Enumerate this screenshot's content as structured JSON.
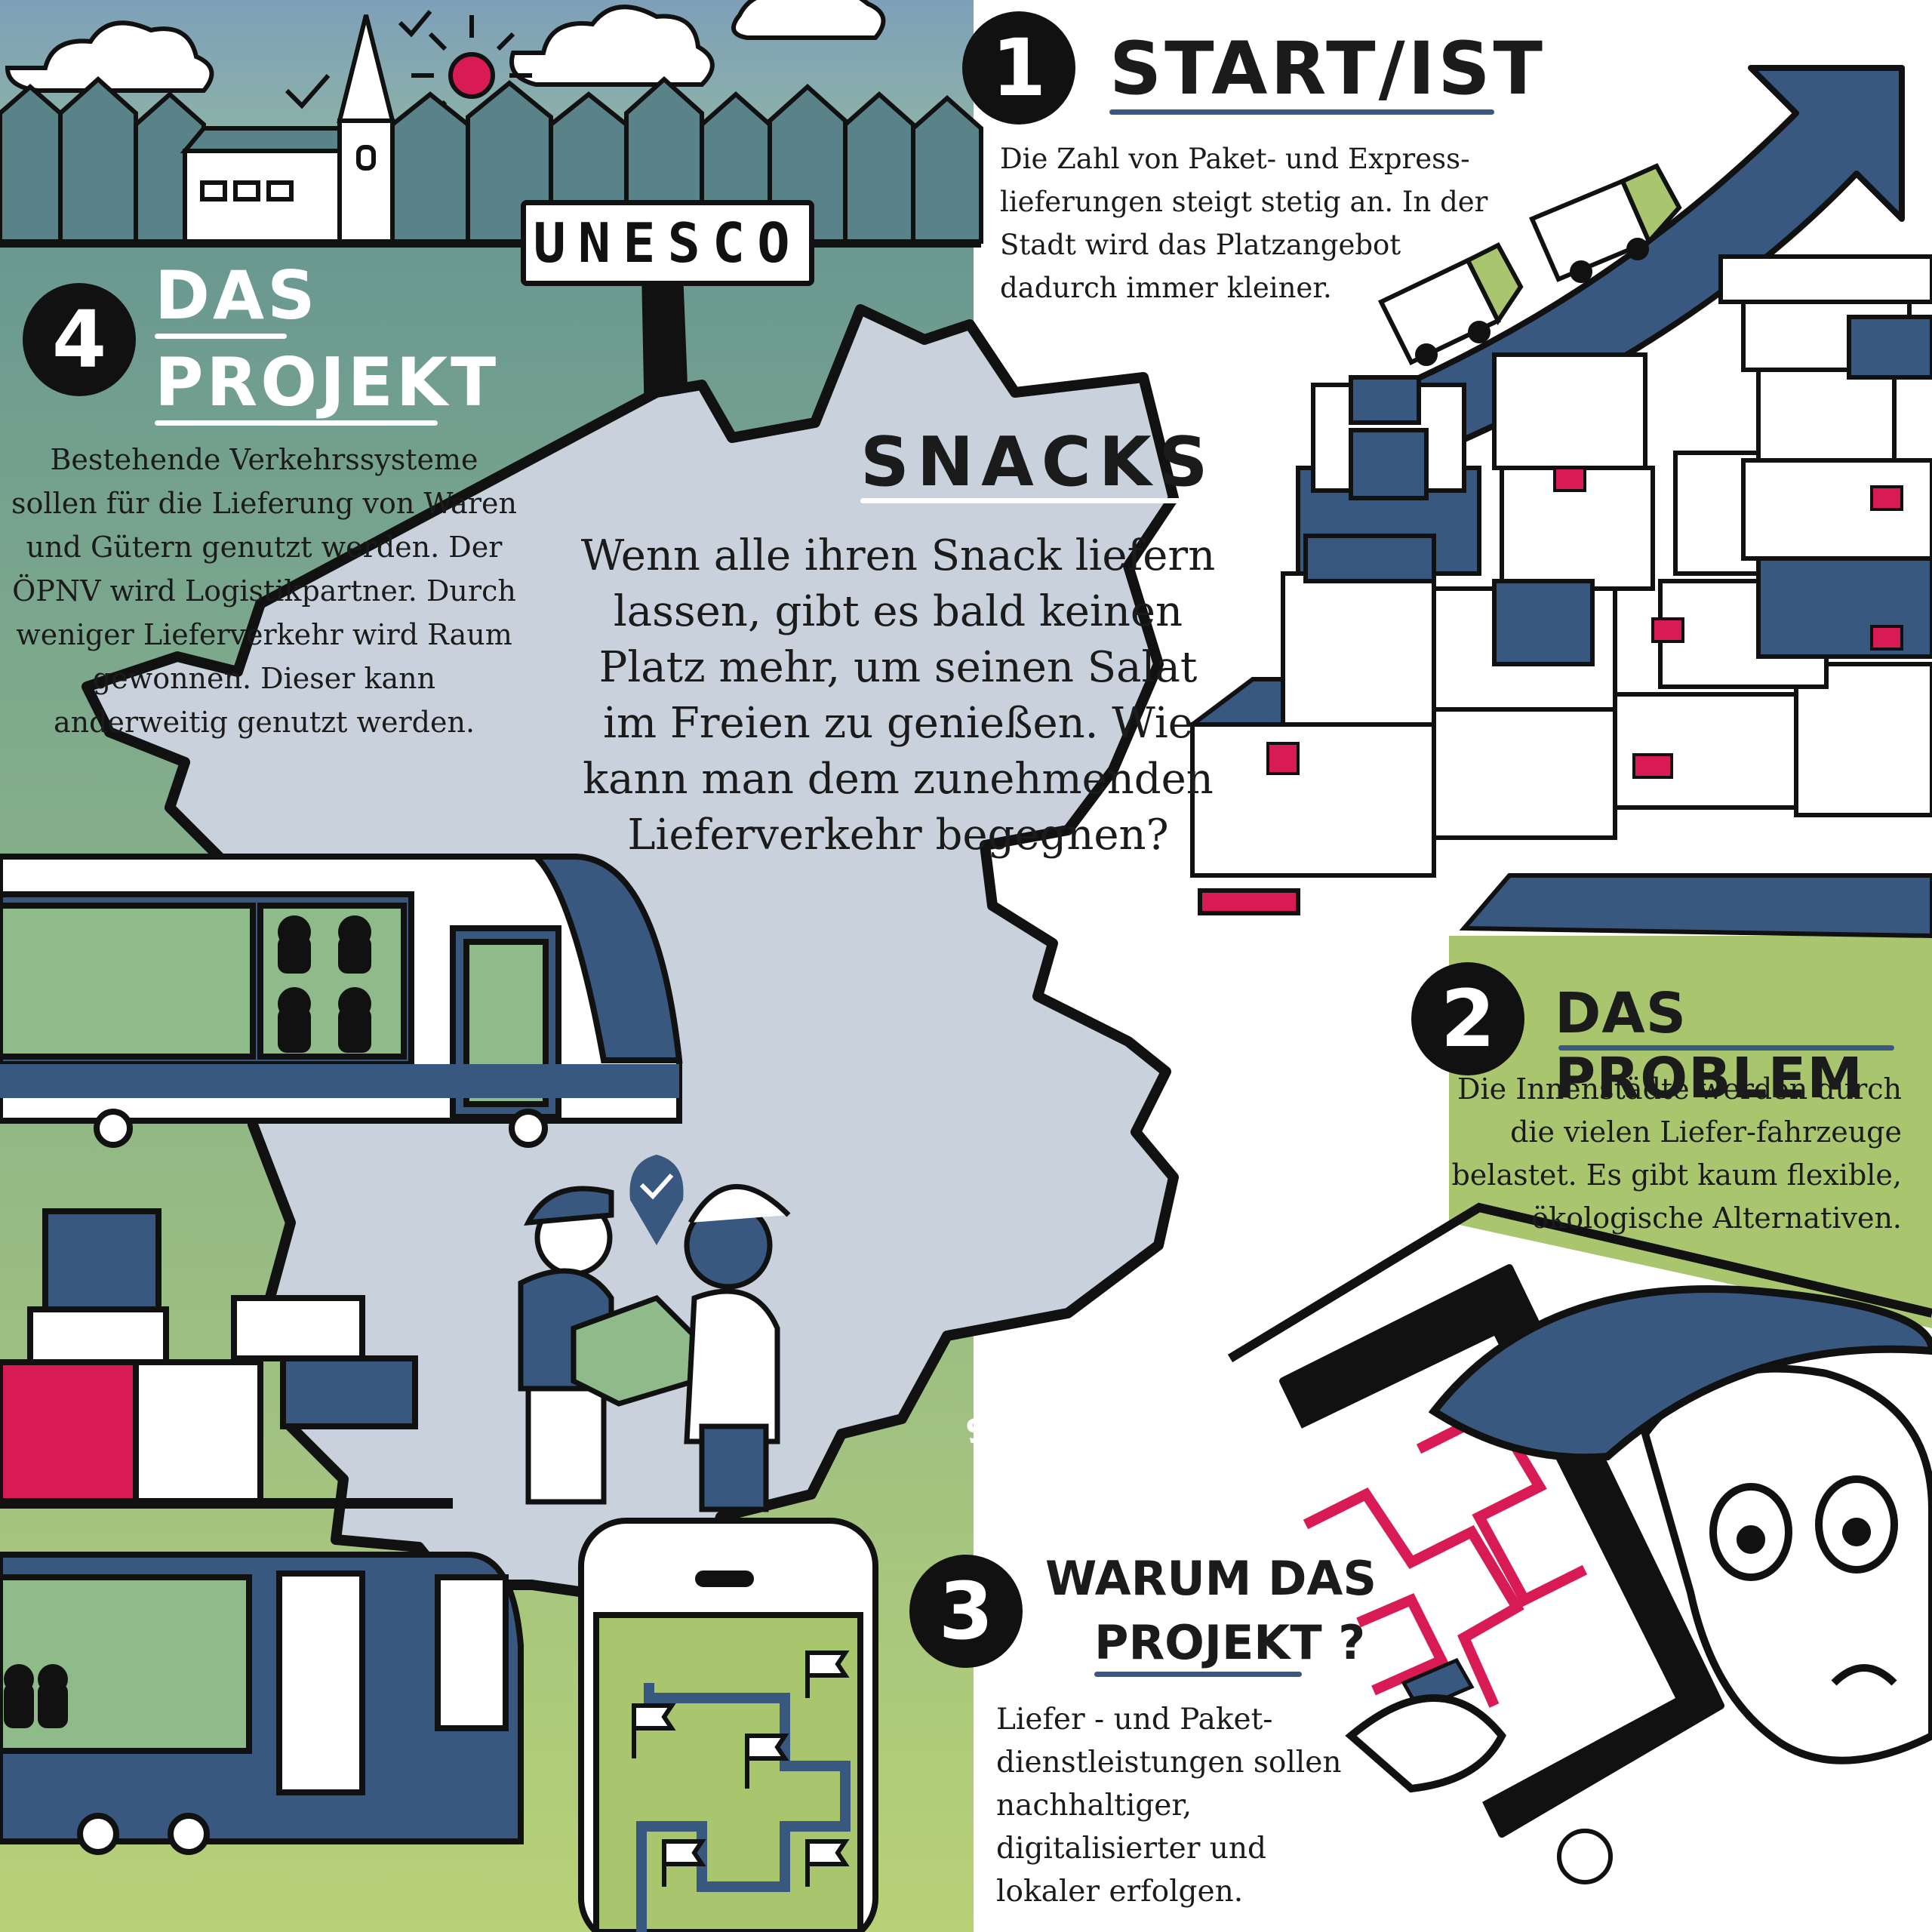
{
  "colors": {
    "navy": "#38587f",
    "green_top": "#6f9f8f",
    "green_bottom": "#b6d07b",
    "map_fill": "#c5cfdb",
    "accent_red": "#d81b55",
    "problem_green": "#a9c66f",
    "ink": "#111111"
  },
  "sign": {
    "label": "UNESCO"
  },
  "map": {
    "title": "SNACKS",
    "city": "SCHWERIN",
    "question": "Wenn alle ihren Snack liefern lassen, gibt es bald keinen Platz mehr, um seinen Salat im Freien zu genießen. Wie kann man dem zunehmenden Lieferverkehr begegnen?"
  },
  "sections": {
    "start": {
      "number": "1",
      "title": "START/IST",
      "text": "Die Zahl von Paket- und Express-lieferungen steigt stetig an. In der Stadt wird das Platzangebot dadurch immer kleiner."
    },
    "problem": {
      "number": "2",
      "title": "DAS PROBLEM",
      "text": "Die Innenstädte werden durch die vielen Liefer-fahrzeuge belastet. Es gibt kaum flexible, ökologische Alternativen."
    },
    "why": {
      "number": "3",
      "title_line1": "WARUM DAS",
      "title_line2": "PROJEKT ?",
      "text": "Liefer - und Paket-dienstleistungen sollen nachhaltiger, digitalisierter und lokaler erfolgen."
    },
    "project": {
      "number": "4",
      "title_line1": "DAS",
      "title_line2": "PROJEKT",
      "text": "Bestehende Verkehrssysteme sollen für die Lieferung von Waren und Gütern genutzt werden. Der ÖPNV wird Logistikpartner. Durch weniger Lieferverkehr wird Raum gewonnen. Dieser kann anderweitig genutzt werden."
    }
  },
  "icons": {
    "sun": "sun-icon",
    "church": "church-icon",
    "arrow": "growth-arrow-icon",
    "truck": "delivery-truck-icon",
    "tram": "tram-icon",
    "bus": "bus-icon",
    "phone": "smartphone-map-icon",
    "check_pin": "check-pin-icon",
    "flag": "flag-icon",
    "question_mark": "question-mark-icon",
    "package": "package-icon"
  }
}
